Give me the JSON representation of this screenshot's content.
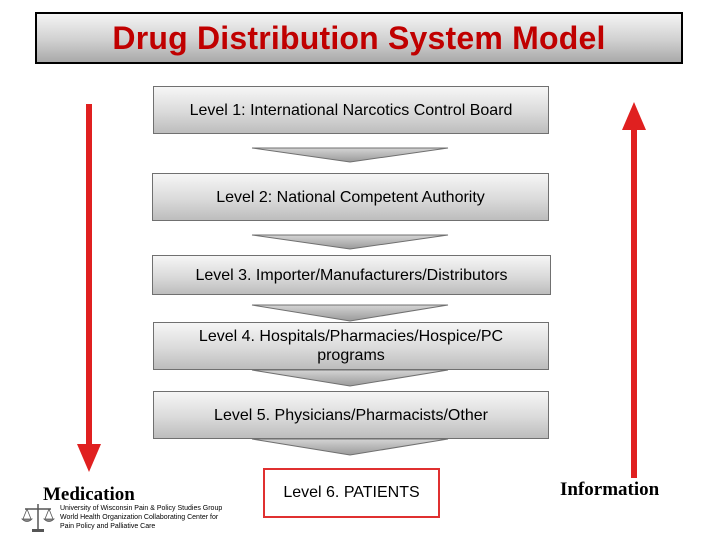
{
  "title": "Drug Distribution System Model",
  "levels": [
    {
      "text": "Level 1: International Narcotics Control Board"
    },
    {
      "text": "Level 2: National Competent Authority"
    },
    {
      "text": "Level 3. Importer/Manufacturers/Distributors"
    },
    {
      "text": "Level 4. Hospitals/Pharmacies/Hospice/PC programs"
    },
    {
      "text": "Level 5. Physicians/Pharmacists/Other"
    }
  ],
  "patients": "Level 6. PATIENTS",
  "side_labels": {
    "left": "Medication",
    "right": "Information"
  },
  "footer": {
    "line1": "University of Wisconsin Pain & Policy Studies Group",
    "line2": "World Health Organization Collaborating Center for",
    "line3": "Pain Policy and Palliative Care"
  },
  "colors": {
    "title": "#c00000",
    "arrows": "#e02020",
    "patients_border": "#e03030"
  }
}
